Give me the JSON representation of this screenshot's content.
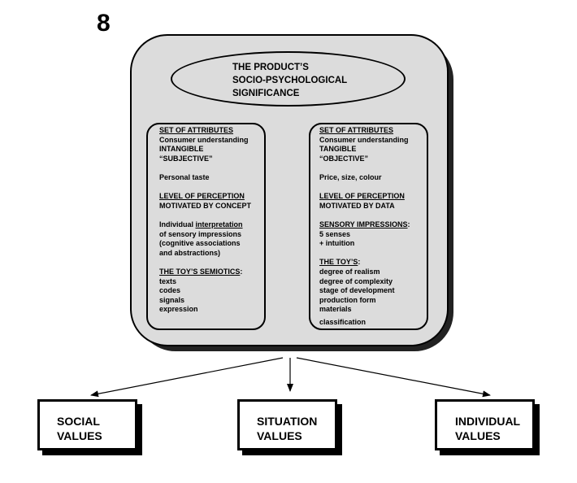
{
  "figure_number": "8",
  "center": {
    "title": "THE PRODUCT’S\nSOCIO-PSYCHOLOGICAL\nSIGNIFICANCE"
  },
  "left_column": {
    "set_heading": "SET OF ATTRIBUTES",
    "understanding": "Consumer understanding",
    "kind": "INTANGIBLE",
    "quality": "“SUBJECTIVE”",
    "example": "Personal taste",
    "perception_heading": "LEVEL OF PERCEPTION",
    "motivation": "MOTIVATED BY CONCEPT",
    "interp_prefix": "Individual ",
    "interp_word": "interpretation",
    "interp_rest": [
      "of sensory impressions",
      "(cognitive associations",
      "and abstractions)"
    ],
    "semiotics_heading": "THE TOY’S SEMIOTICS",
    "semiotics_colon": ":",
    "semiotics_items": [
      "texts",
      "codes",
      "signals",
      "expression"
    ]
  },
  "right_column": {
    "set_heading": "SET OF ATTRIBUTES",
    "understanding": "Consumer understanding",
    "kind": "TANGIBLE",
    "quality": "“OBJECTIVE”",
    "example": "Price, size, colour",
    "perception_heading": "LEVEL OF PERCEPTION",
    "motivation": "MOTIVATED BY DATA",
    "sensory_heading": "SENSORY IMPRESSIONS",
    "sensory_colon": ":",
    "sensory_items": [
      "5 senses",
      "+ intuition"
    ],
    "toys_heading": "THE TOY’S",
    "toys_colon": ":",
    "toys_items": [
      "degree of realism",
      "degree of complexity",
      "stage of development",
      "production form",
      "materials"
    ],
    "last_item": "classification"
  },
  "outputs": {
    "social": "SOCIAL\nVALUES",
    "situation": "SITUATION\nVALUES",
    "individual": "INDIVIDUAL\nVALUES"
  }
}
